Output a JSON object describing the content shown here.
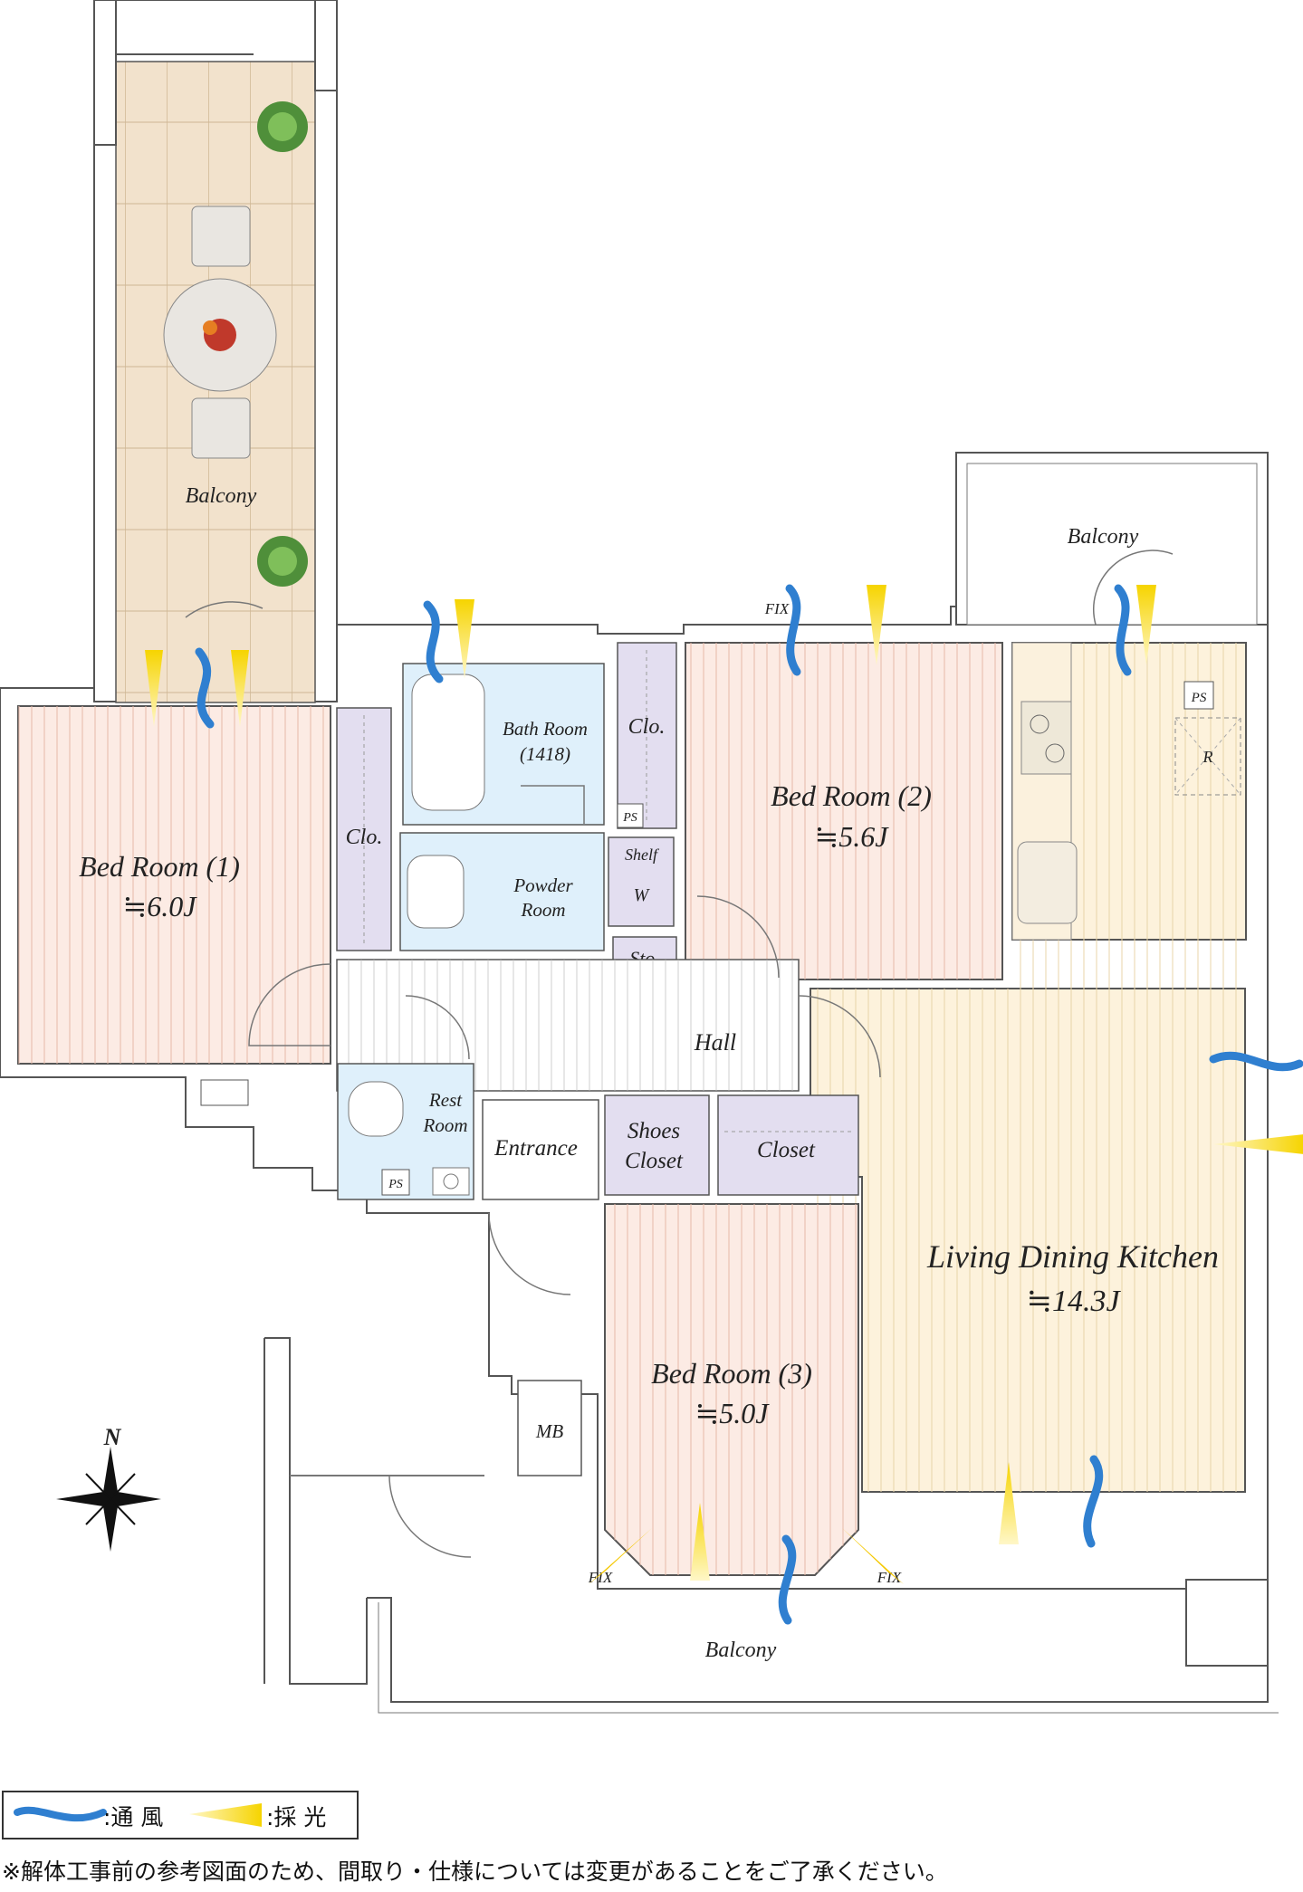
{
  "rooms": {
    "balcony_north": "Balcony",
    "balcony_east": "Balcony",
    "balcony_south": "Balcony",
    "bed1_name": "Bed Room (1)",
    "bed1_size": "≒6.0J",
    "bed2_name": "Bed Room (2)",
    "bed2_size": "≒5.6J",
    "bed3_name": "Bed Room (3)",
    "bed3_size": "≒5.0J",
    "ldk_name": "Living Dining Kitchen",
    "ldk_size": "≒14.3J",
    "bath_name": "Bath Room",
    "bath_size": "(1418)",
    "powder_line1": "Powder",
    "powder_line2": "Room",
    "rest_line1": "Rest",
    "rest_line2": "Room",
    "entrance": "Entrance",
    "hall": "Hall",
    "shoes_line1": "Shoes",
    "shoes_line2": "Closet",
    "closet": "Closet",
    "clo1": "Clo.",
    "clo2": "Clo.",
    "sto": "Sto.",
    "shelf": "Shelf",
    "washer": "W",
    "mb": "MB",
    "ps1": "PS",
    "ps2": "PS",
    "ps3": "PS",
    "fridge": "R",
    "fix1": "FIX",
    "fix2": "FIX",
    "fix3": "FIX",
    "north": "N"
  },
  "legend": {
    "wind": ":通 風",
    "light": ":採 光"
  },
  "note": "※解体工事前の参考図面のため、間取り・仕様については変更があることをご了承ください。",
  "colors": {
    "bedroom_floor": "#fcebe4",
    "ldk_floor": "#fdf2dc",
    "balcony_deck": "#f2e2cc",
    "wet_area": "#dff0fb",
    "closet": "#e3def0",
    "wind_arrow": "#2f7fd0",
    "light_arrow": "#f5c800",
    "wall": "#ffffff",
    "line": "#555555"
  }
}
